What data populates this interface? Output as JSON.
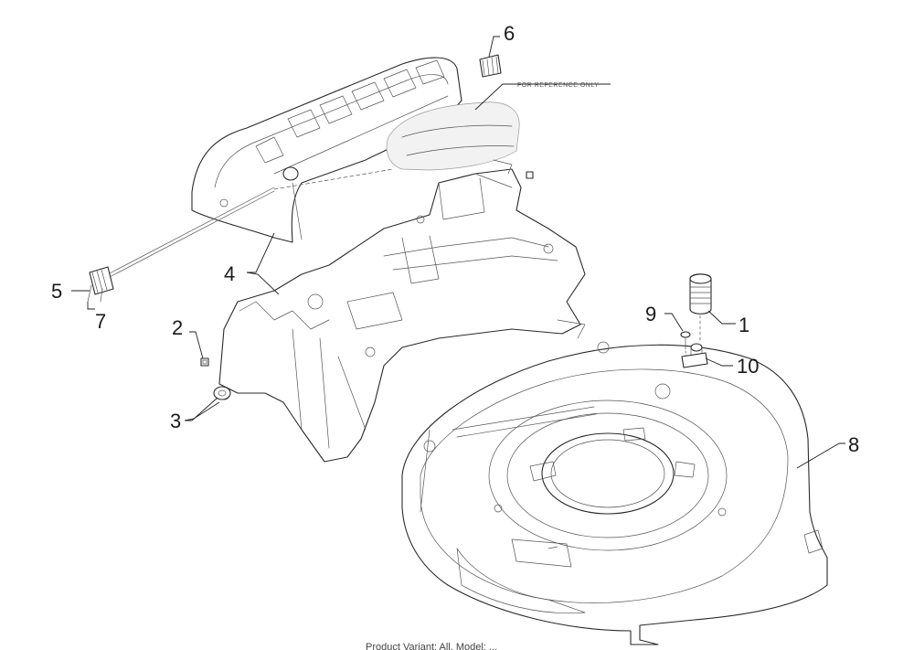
{
  "diagram": {
    "reference_note": "FOR REFERENCE ONLY",
    "caption": "Product Variant: All, Model: ...",
    "callouts": [
      {
        "id": "1",
        "label": "1"
      },
      {
        "id": "2",
        "label": "2"
      },
      {
        "id": "3",
        "label": "3"
      },
      {
        "id": "4",
        "label": "4"
      },
      {
        "id": "5",
        "label": "5"
      },
      {
        "id": "6",
        "label": "6"
      },
      {
        "id": "7",
        "label": "7"
      },
      {
        "id": "8",
        "label": "8"
      },
      {
        "id": "9",
        "label": "9"
      },
      {
        "id": "10",
        "label": "10"
      }
    ]
  }
}
